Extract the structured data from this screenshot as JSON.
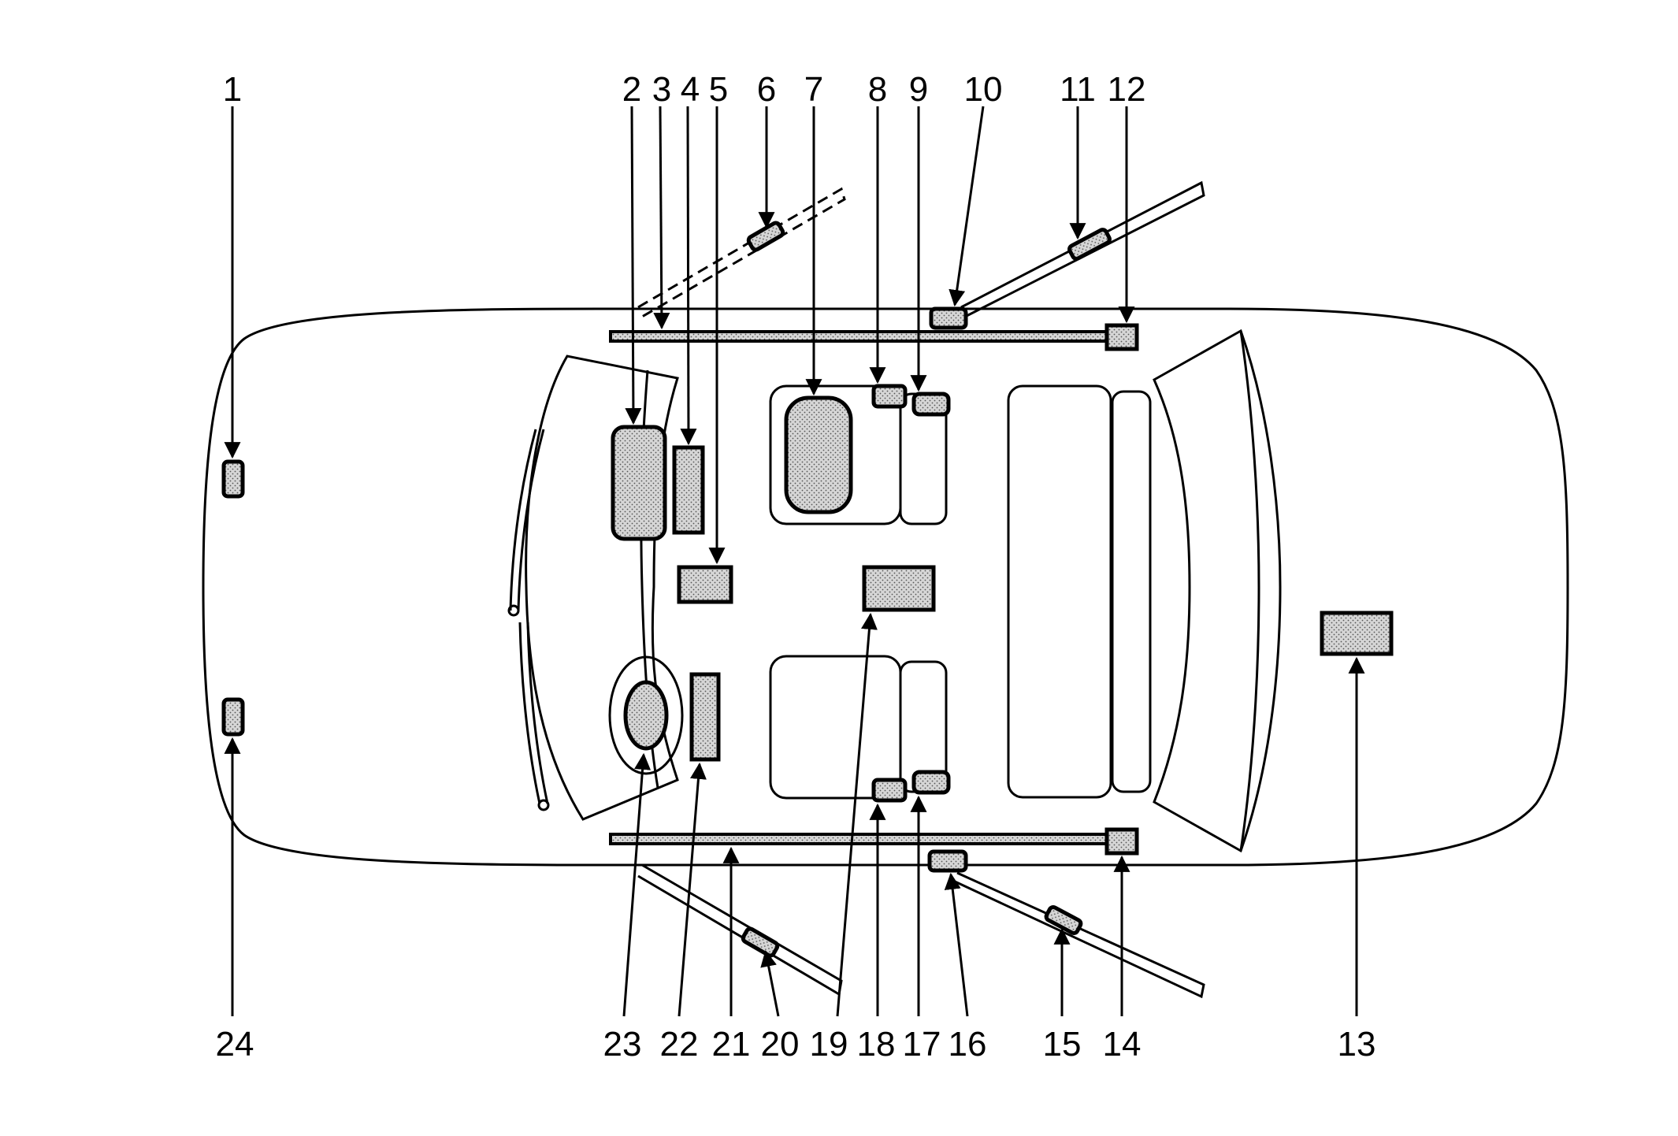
{
  "callouts": {
    "n1": "1",
    "n2": "2",
    "n3": "3",
    "n4": "4",
    "n5": "5",
    "n6": "6",
    "n7": "7",
    "n8": "8",
    "n9": "9",
    "n10": "10",
    "n11": "11",
    "n12": "12",
    "n13": "13",
    "n14": "14",
    "n15": "15",
    "n16": "16",
    "n17": "17",
    "n18": "18",
    "n19": "19",
    "n20": "20",
    "n21": "21",
    "n22": "22",
    "n23": "23",
    "n24": "24"
  },
  "colors": {
    "line": "#000000",
    "fill": "#cfcfcf",
    "background": "#ffffff"
  }
}
